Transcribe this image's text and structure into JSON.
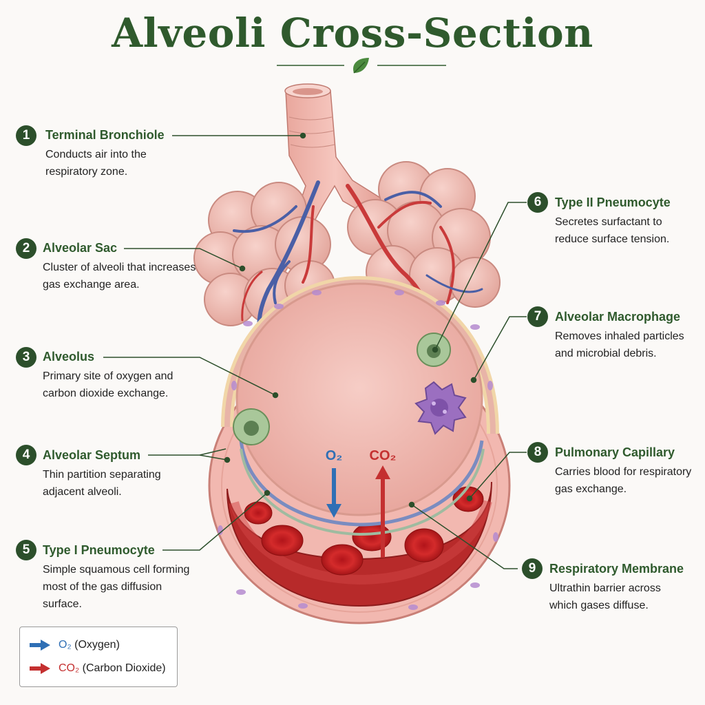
{
  "title": "Alveoli Cross-Section",
  "callouts": [
    {
      "number": "1",
      "title": "Terminal Bronchiole",
      "desc": "Conducts air into the respiratory zone."
    },
    {
      "number": "2",
      "title": "Alveolar Sac",
      "desc": "Cluster of alveoli that increases gas exchange area."
    },
    {
      "number": "3",
      "title": "Alveolus",
      "desc": "Primary site of oxygen and carbon dioxide exchange."
    },
    {
      "number": "4",
      "title": "Alveolar Septum",
      "desc": "Thin partition separating adjacent alveoli."
    },
    {
      "number": "5",
      "title": "Type I Pneumocyte",
      "desc": "Simple squamous cell forming most of the gas diffusion surface."
    },
    {
      "number": "6",
      "title": "Type II Pneumocyte",
      "desc": "Secretes surfactant to reduce surface tension."
    },
    {
      "number": "7",
      "title": "Alveolar Macrophage",
      "desc": "Removes inhaled particles and microbial debris."
    },
    {
      "number": "8",
      "title": "Pulmonary Capillary",
      "desc": "Carries blood for respiratory gas exchange."
    },
    {
      "number": "9",
      "title": "Respiratory Membrane",
      "desc": "Ultrathin barrier across which gases diffuse."
    }
  ],
  "diagram_labels": {
    "o2": "O₂",
    "co2": "CO₂"
  },
  "legend": [
    {
      "symbol": "O₂",
      "text": "(Oxygen)",
      "color": "#2f6fb5"
    },
    {
      "symbol": "CO₂",
      "text": "(Carbon Dioxide)",
      "color": "#c43030"
    }
  ],
  "colors": {
    "accent": "#2c4f2b",
    "tissue": "#f0b8b0",
    "oxygen": "#2f6fb5",
    "carbon_dioxide": "#c43030"
  },
  "icons": {
    "title_ornament": "leaf-icon",
    "legend_arrow": "arrow-right-icon"
  }
}
